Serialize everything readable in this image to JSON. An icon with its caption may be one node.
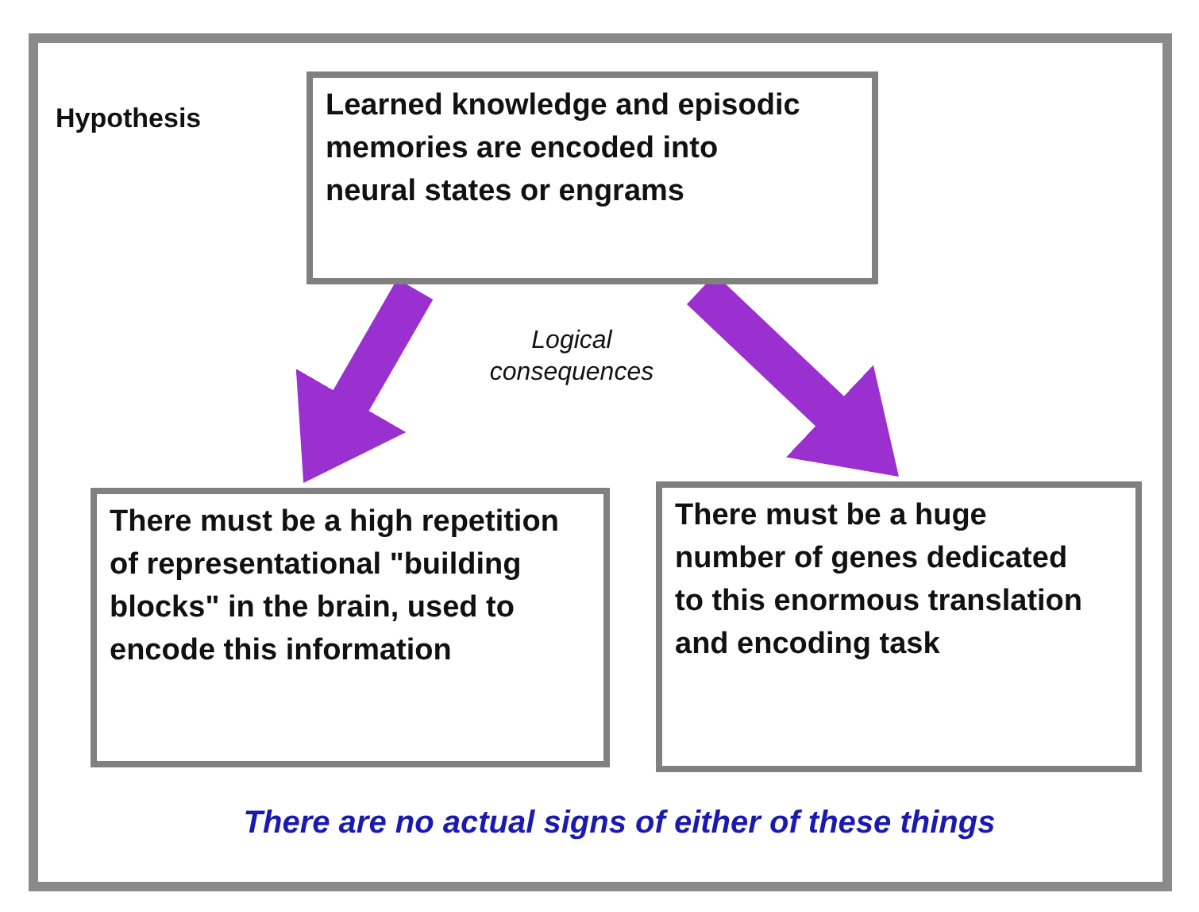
{
  "diagram": {
    "nodes": [
      {
        "text": [
          "Learned knowledge and episodic memories are encoded into neural states or engrams"
        ]
      },
      {
        "text": [
          "There must be a high repetition of representational \"building blocks\" in the brain, used to encode this information"
        ]
      },
      {
        "text": [
          "There must be a huge number of genes dedicated to this enormous translation and encoding task"
        ]
      }
    ],
    "edges": [
      {
        "from": 0,
        "to": 1,
        "arrow": "to",
        "color": "#9b30d0"
      },
      {
        "from": 0,
        "to": 2,
        "arrow": "to",
        "color": "#9b30d0"
      }
    ],
    "labels": [
      "Hypothesis",
      "Logical consequences",
      "There are no actual signs of either of these things"
    ]
  }
}
